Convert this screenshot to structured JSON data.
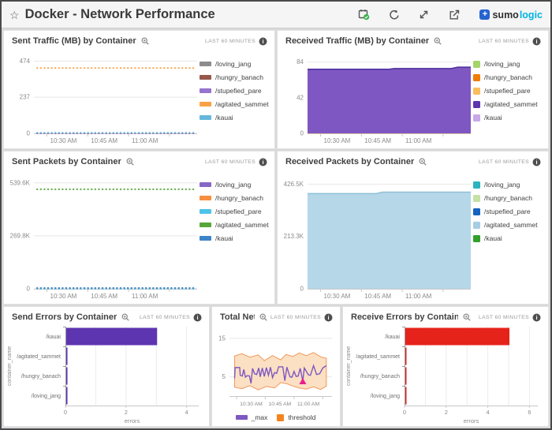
{
  "header": {
    "title": "Docker - Network Performance",
    "star_icon": "☆",
    "actions": [
      {
        "name": "schedule",
        "label": "schedule-report"
      },
      {
        "name": "refresh",
        "label": "refresh"
      },
      {
        "name": "fullscreen",
        "label": "fullscreen"
      },
      {
        "name": "share",
        "label": "share"
      }
    ],
    "logo": {
      "plus": "+",
      "sumo": "sumo",
      "logic": "logic"
    }
  },
  "panels": [
    {
      "id": "sent-traffic",
      "title": "Sent Traffic (MB) by Container",
      "time_range": "LAST 60 MINUTES",
      "chart_data": {
        "type": "line",
        "ylim": [
          0,
          512
        ],
        "y_ticks": [
          {
            "v": 0,
            "label": "0"
          },
          {
            "v": 237,
            "label": "237"
          },
          {
            "v": 474,
            "label": "474"
          }
        ],
        "x_ticks": [
          "10:30 AM",
          "10:45 AM",
          "11:00 AM"
        ],
        "legend_marker": "dash",
        "series": [
          {
            "name": "/loving_jang",
            "color": "#8c8c8c",
            "value": 0
          },
          {
            "name": "/hungry_banach",
            "color": "#96584a",
            "value": 0
          },
          {
            "name": "/stupefied_pare",
            "color": "#9575cd",
            "value": 0
          },
          {
            "name": "/agitated_sammet",
            "color": "#f9a144",
            "value": 428
          },
          {
            "name": "/kauai",
            "color": "#67b7dc",
            "value": 4
          }
        ]
      }
    },
    {
      "id": "received-traffic",
      "title": "Received Traffic (MB) by Container",
      "time_range": "LAST 60 MINUTES",
      "chart_data": {
        "type": "area",
        "ylim": [
          0,
          92
        ],
        "y_ticks": [
          {
            "v": 0,
            "label": "0"
          },
          {
            "v": 42,
            "label": "42"
          },
          {
            "v": 84,
            "label": "84"
          }
        ],
        "x_ticks": [
          "10:30 AM",
          "10:45 AM",
          "11:00 AM"
        ],
        "legend_marker": "square",
        "series": [
          {
            "name": "/loving_jang",
            "color": "#a5d56a",
            "legend_color": "#a5d56a",
            "points": [
              [
                0,
                0
              ]
            ]
          },
          {
            "name": "/hungry_banach",
            "color": "#f07d00",
            "legend_color": "#f07d00",
            "points": [
              [
                0,
                0.8
              ],
              [
                1,
                0.8
              ]
            ]
          },
          {
            "name": "/stupefied_pare",
            "color": "#fbbd5c",
            "legend_color": "#fbbd5c",
            "points": [
              [
                0,
                0.4
              ],
              [
                1,
                0.4
              ]
            ]
          },
          {
            "name": "/agitated_sammet",
            "color": "#7e57c2",
            "stroke": "#4c2d9c",
            "legend_color": "#5e35b1",
            "points": [
              [
                0,
                75.5
              ],
              [
                0.5,
                75.5
              ],
              [
                0.53,
                76.3
              ],
              [
                0.88,
                76.3
              ],
              [
                0.92,
                78
              ],
              [
                1,
                78
              ]
            ]
          },
          {
            "name": "/kauai",
            "color": "#c7a8e8",
            "legend_color": "#c7a8e8",
            "points": [
              [
                0,
                0
              ]
            ]
          }
        ]
      }
    },
    {
      "id": "sent-packets",
      "title": "Sent Packets by Container",
      "time_range": "LAST 60 MINUTES",
      "chart_data": {
        "type": "line",
        "ylim": [
          0,
          575000
        ],
        "y_ticks": [
          {
            "v": 0,
            "label": "0"
          },
          {
            "v": 269800,
            "label": "269.8K"
          },
          {
            "v": 539600,
            "label": "539.6K"
          }
        ],
        "x_ticks": [
          "10:30 AM",
          "10:45 AM",
          "11:00 AM"
        ],
        "legend_marker": "dash",
        "series": [
          {
            "name": "/loving_jang",
            "color": "#8668c6",
            "value": 0
          },
          {
            "name": "/hungry_banach",
            "color": "#f78f3f",
            "value": 0
          },
          {
            "name": "/stupefied_pare",
            "color": "#4fc3e8",
            "value": 0
          },
          {
            "name": "/agitated_sammet",
            "color": "#57a639",
            "value": 507000
          },
          {
            "name": "/kauai",
            "color": "#3d85c8",
            "value": 4000
          }
        ]
      }
    },
    {
      "id": "received-packets",
      "title": "Received Packets by Container",
      "time_range": "LAST 60 MINUTES",
      "chart_data": {
        "type": "area",
        "ylim": [
          0,
          460000
        ],
        "y_ticks": [
          {
            "v": 0,
            "label": "0"
          },
          {
            "v": 213300,
            "label": "213.3K"
          },
          {
            "v": 426500,
            "label": "426.5K"
          }
        ],
        "x_ticks": [
          "10:30 AM",
          "10:45 AM",
          "11:00 AM"
        ],
        "legend_marker": "square",
        "series": [
          {
            "name": "/loving_jang",
            "color": "#2bb3c0",
            "legend_color": "#2bb3c0",
            "points": [
              [
                0,
                0
              ]
            ]
          },
          {
            "name": "/hungry_banach",
            "color": "#c5e1a5",
            "legend_color": "#c5e1a5",
            "points": [
              [
                0,
                0
              ]
            ]
          },
          {
            "name": "/stupefied_pare",
            "color": "#1565c0",
            "legend_color": "#1565c0",
            "points": [
              [
                0,
                0
              ]
            ]
          },
          {
            "name": "/agitated_sammet",
            "color": "#b5d7e8",
            "stroke": "#8fc0d8",
            "legend_color": "#a6cee3",
            "points": [
              [
                0,
                388000
              ],
              [
                0.42,
                388000
              ],
              [
                0.46,
                394000
              ],
              [
                1,
                394000
              ]
            ]
          },
          {
            "name": "/kauai",
            "color": "#33a02c",
            "legend_color": "#33a02c",
            "points": [
              [
                0,
                0
              ]
            ]
          }
        ]
      }
    },
    {
      "id": "send-errors",
      "title": "Send Errors by Container",
      "time_range": "LAST 60 MINUTES",
      "chart_data": {
        "type": "hbar",
        "categories": [
          "/kauai",
          "/agitated_sammet",
          "/hungry_banach",
          "/loving_jang"
        ],
        "values": [
          3,
          0.04,
          0.04,
          0.04
        ],
        "bar_color": "#5e35b1",
        "xlim": [
          0,
          4.4
        ],
        "x_ticks": [
          0,
          2,
          4
        ],
        "xlabel": "errors",
        "ylabel": "container_name"
      }
    },
    {
      "id": "total-network-errors",
      "title": "Total Network Err...",
      "time_range": "LAST 60 MINUTES",
      "chart_data": {
        "type": "band",
        "ylim": [
          0,
          17
        ],
        "y_ticks": [
          {
            "v": 5,
            "label": "5"
          },
          {
            "v": 15,
            "label": "15"
          }
        ],
        "x_ticks": [
          "10:30 AM",
          "10:45 AM",
          "11:00 AM"
        ],
        "legend": [
          {
            "label": "_max",
            "color": "#7e57c2",
            "marker": "dash"
          },
          {
            "label": "threshold",
            "color": "#f5821f",
            "marker": "square"
          }
        ],
        "band": {
          "fill": "#fbe0c3",
          "stroke": "#f0985a",
          "upper": [
            [
              0.05,
              10.4
            ],
            [
              0.12,
              11.0
            ],
            [
              0.2,
              10.1
            ],
            [
              0.28,
              10.7
            ],
            [
              0.34,
              9.2
            ],
            [
              0.42,
              10.5
            ],
            [
              0.5,
              9.4
            ],
            [
              0.55,
              10.8
            ],
            [
              0.62,
              10.3
            ],
            [
              0.68,
              11.2
            ],
            [
              0.75,
              10.5
            ],
            [
              0.82,
              11.3
            ],
            [
              0.89,
              10.2
            ],
            [
              0.945,
              9.8
            ]
          ],
          "lower": [
            [
              0.05,
              2.3
            ],
            [
              0.12,
              1.9
            ],
            [
              0.2,
              2.7
            ],
            [
              0.28,
              1.6
            ],
            [
              0.36,
              2.5
            ],
            [
              0.44,
              2.1
            ],
            [
              0.5,
              3.5
            ],
            [
              0.56,
              3.2
            ],
            [
              0.62,
              2.6
            ],
            [
              0.68,
              2.1
            ],
            [
              0.75,
              1.8
            ],
            [
              0.82,
              2.4
            ],
            [
              0.89,
              1.7
            ],
            [
              0.945,
              2.6
            ]
          ]
        },
        "line": {
          "name": "_max",
          "color": "#7e57c2",
          "points": [
            [
              0.05,
              4.6
            ],
            [
              0.055,
              7.4
            ],
            [
              0.1,
              7.4
            ],
            [
              0.105,
              5.4
            ],
            [
              0.125,
              5.2
            ],
            [
              0.14,
              6.9
            ],
            [
              0.155,
              4.9
            ],
            [
              0.175,
              5.3
            ],
            [
              0.195,
              5.2
            ],
            [
              0.21,
              3.3
            ],
            [
              0.225,
              7.2
            ],
            [
              0.245,
              5.8
            ],
            [
              0.265,
              5.6
            ],
            [
              0.285,
              7.3
            ],
            [
              0.3,
              5.0
            ],
            [
              0.32,
              7.3
            ],
            [
              0.34,
              5.1
            ],
            [
              0.36,
              7.4
            ],
            [
              0.38,
              5.4
            ],
            [
              0.4,
              7.5
            ],
            [
              0.42,
              4.8
            ],
            [
              0.44,
              6.1
            ],
            [
              0.46,
              5.9
            ],
            [
              0.48,
              7.6
            ],
            [
              0.52,
              7.6
            ],
            [
              0.54,
              4.0
            ],
            [
              0.56,
              7.5
            ],
            [
              0.59,
              5.0
            ],
            [
              0.61,
              4.9
            ],
            [
              0.63,
              6.4
            ],
            [
              0.65,
              5.1
            ],
            [
              0.67,
              5.2
            ],
            [
              0.69,
              7.2
            ],
            [
              0.715,
              3.9
            ],
            [
              0.73,
              7.3
            ],
            [
              0.77,
              5.5
            ],
            [
              0.79,
              5.4
            ],
            [
              0.82,
              7.9
            ],
            [
              0.85,
              5.6
            ],
            [
              0.88,
              5.8
            ],
            [
              0.91,
              7.3
            ],
            [
              0.945,
              7.9
            ]
          ]
        },
        "marker": {
          "x": 0.715,
          "y": 3.8,
          "color": "#e9208e",
          "shape": "triangle-up"
        }
      }
    },
    {
      "id": "receive-errors",
      "title": "Receive Errors by Container",
      "time_range": "LAST 60 MINUTES",
      "chart_data": {
        "type": "hbar",
        "categories": [
          "/kauai",
          "/agitated_sammet",
          "/hungry_banach",
          "/loving_jang"
        ],
        "values": [
          5,
          0.04,
          0.04,
          0.04
        ],
        "bar_color": "#e5231b",
        "xlim": [
          0,
          6.4
        ],
        "x_ticks": [
          0,
          2,
          4,
          6
        ],
        "xlabel": "errors",
        "ylabel": "container_name"
      }
    }
  ]
}
